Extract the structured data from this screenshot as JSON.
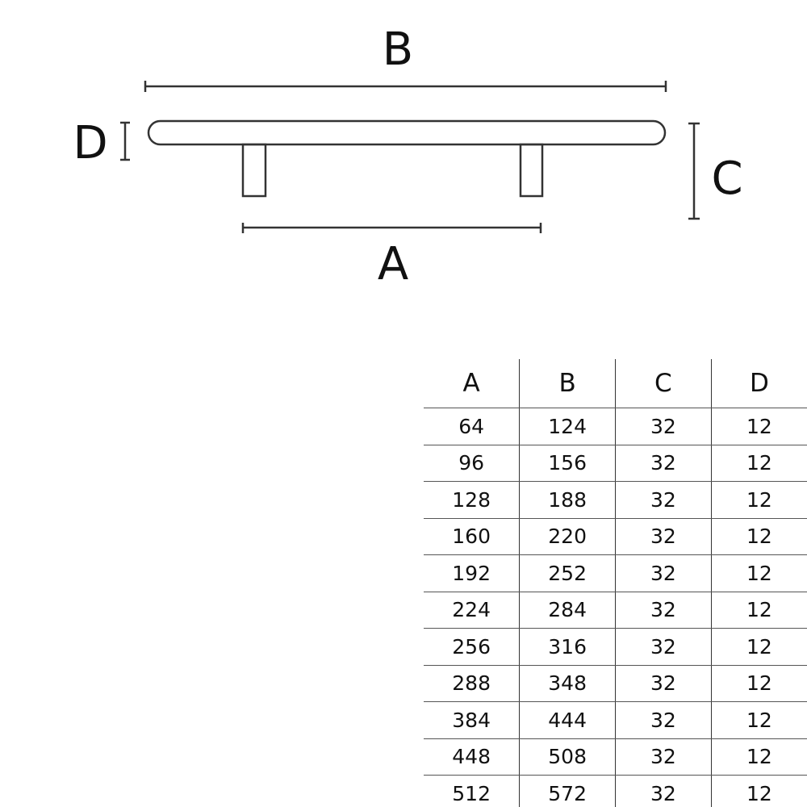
{
  "diagram": {
    "labels": {
      "a": "A",
      "b": "B",
      "c": "C",
      "d": "D"
    },
    "line_color": "#333333"
  },
  "table": {
    "headers": [
      "A",
      "B",
      "C",
      "D"
    ],
    "rows": [
      [
        "64",
        "124",
        "32",
        "12"
      ],
      [
        "96",
        "156",
        "32",
        "12"
      ],
      [
        "128",
        "188",
        "32",
        "12"
      ],
      [
        "160",
        "220",
        "32",
        "12"
      ],
      [
        "192",
        "252",
        "32",
        "12"
      ],
      [
        "224",
        "284",
        "32",
        "12"
      ],
      [
        "256",
        "316",
        "32",
        "12"
      ],
      [
        "288",
        "348",
        "32",
        "12"
      ],
      [
        "384",
        "444",
        "32",
        "12"
      ],
      [
        "448",
        "508",
        "32",
        "12"
      ],
      [
        "512",
        "572",
        "32",
        "12"
      ]
    ]
  }
}
